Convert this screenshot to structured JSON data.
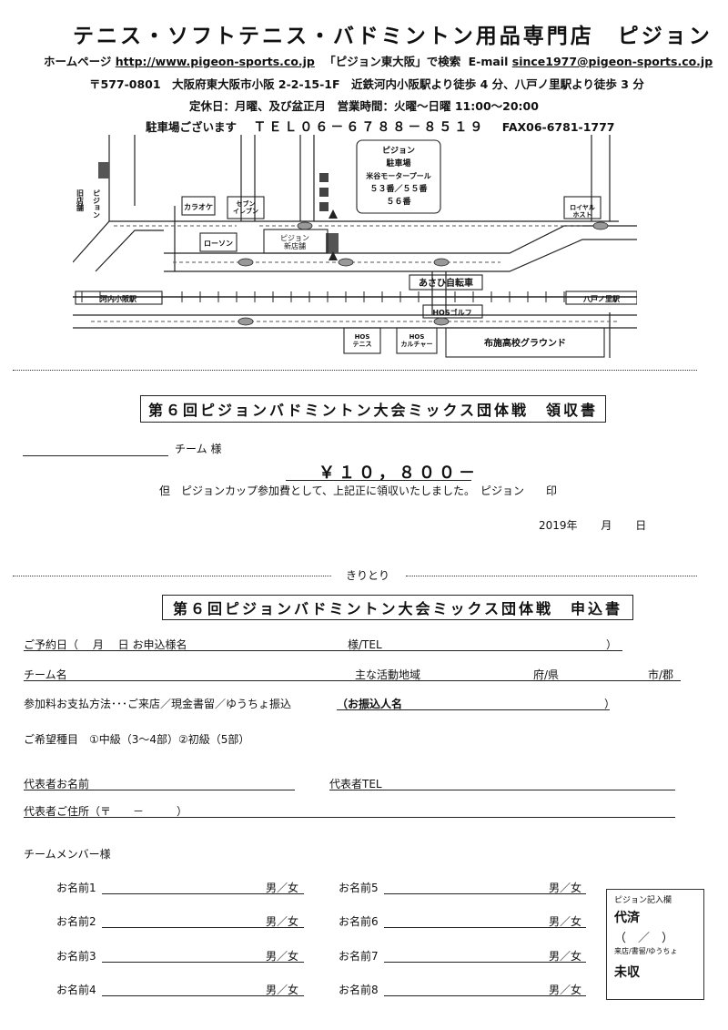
{
  "header": {
    "shop_title": "テニス・ソフトテニス・バドミントン用品専門店　ピジョン",
    "homepage_label": "ホームページ",
    "homepage_url": "http://www.pigeon-sports.co.jp",
    "search_text": "「ピジョン東大阪」で検索",
    "email_label": "E-mail",
    "email": "since1977@pigeon-sports.co.jp",
    "address": "〒577-0801　大阪府東大阪市小阪 2-2-15-1F　近鉄河内小阪駅より徒歩 4 分、八戸ノ里駅より徒歩 3 分",
    "hours": "定休日：月曜、及び盆正月　営業時間：火曜～日曜 11:00～20:00",
    "parking": "駐車場ございます",
    "tel": "ＴＥＬ０６－６７８８－８５１９",
    "fax": "FAX06-6781-1777"
  },
  "map": {
    "parking_sign": [
      "ピジョン",
      "駐車場",
      "米谷モータープール",
      "５３番／５５番",
      "５６番"
    ],
    "old_store": "旧店舗",
    "pigeon_side": "ピジョン",
    "karaoke": "カラオケ",
    "seven_eleven": "セブン\nイレブン",
    "lawson": "ローソン",
    "new_store": "ピジョン\n新店舗",
    "royal_host": "ロイヤル\nホスト",
    "kawachi_station": "河内小阪駅",
    "asahi_bicycle": "あさひ自転車",
    "yaenosato_station": "八戸ノ里駅",
    "hos_golf": "HOSゴルフ",
    "hos_tennis": "HOS\nテニス",
    "hos_culture": "HOS\nカルチャー",
    "fuse_ground": "布施高校グラウンド"
  },
  "receipt": {
    "title": "第６回ピジョンバドミントン大会ミックス団体戦　領収書",
    "team_suffix": "チーム 様",
    "amount": "￥１０，８００－",
    "note": "但　ピジョンカップ参加費として、上記正に領収いたしました。　ピジョン　　印",
    "date_year": "2019年",
    "date_month": "月",
    "date_day": "日"
  },
  "cut_label": "きりとり",
  "application": {
    "title": "第６回ピジョンバドミントン大会ミックス団体戦　申込書",
    "reservation": "ご予約日（　 月　 日  お申込様名",
    "sama_tel": "様/TEL",
    "close_paren": "）",
    "team_name": "チーム名",
    "activity_area": "主な活動地域",
    "fu_ken": "府/県",
    "shi_gun": "市/郡",
    "payment": "参加料お支払方法･･･ご来店／現金書留／ゆうちょ振込",
    "payer_name": "（お振込人名",
    "category": "ご希望種目　①中級（3～4部）②初級（5部）",
    "rep_name": "代表者お名前",
    "rep_tel": "代表者TEL",
    "rep_address": "代表者ご住所（〒　　－　　　）",
    "members_label": "チームメンバー様",
    "members": [
      {
        "label": "お名前1",
        "sex": "男／女"
      },
      {
        "label": "お名前2",
        "sex": "男／女"
      },
      {
        "label": "お名前3",
        "sex": "男／女"
      },
      {
        "label": "お名前4",
        "sex": "男／女"
      },
      {
        "label": "お名前5",
        "sex": "男／女"
      },
      {
        "label": "お名前6",
        "sex": "男／女"
      },
      {
        "label": "お名前7",
        "sex": "男／女"
      },
      {
        "label": "お名前8",
        "sex": "男／女"
      }
    ],
    "memo_title": "ピジョン記入欄",
    "memo_paid": "代済",
    "memo_date": "（　／　）",
    "memo_method": "来店/書留/ゆうちょ",
    "memo_unpaid": "未収"
  }
}
